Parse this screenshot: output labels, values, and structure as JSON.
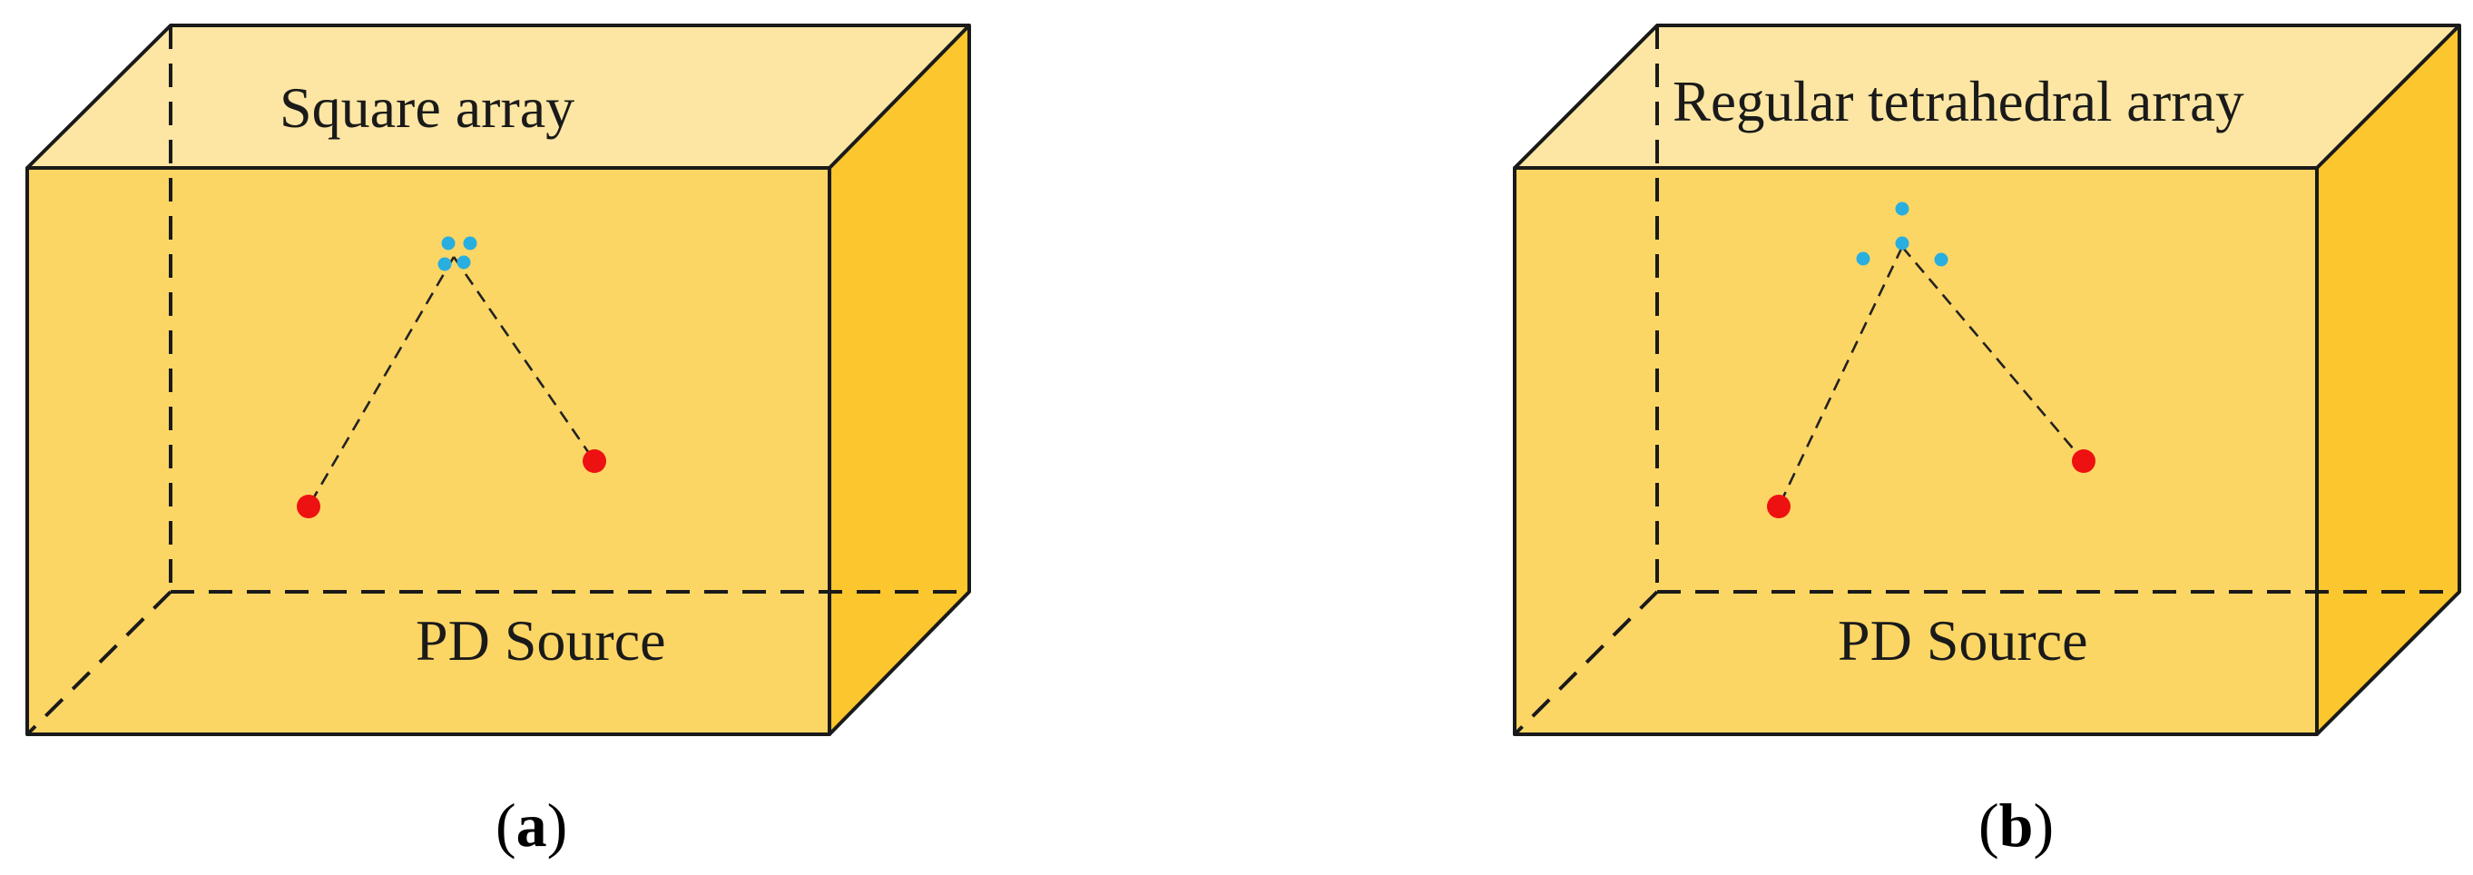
{
  "panels": [
    {
      "id": "a",
      "array_label": "Square array",
      "source_label": "PD Source",
      "subfig_open": "(",
      "subfig_letter": "a",
      "subfig_close": ")",
      "sensor_count": 4,
      "source_count": 2
    },
    {
      "id": "b",
      "array_label": "Regular tetrahedral array",
      "source_label": "PD Source",
      "subfig_open": "(",
      "subfig_letter": "b",
      "subfig_close": ")",
      "sensor_count": 4,
      "source_count": 2
    }
  ],
  "colors": {
    "box_front": "#FCD665",
    "box_top": "#FDE6A3",
    "box_side": "#FBC62E",
    "edge": "#1a1a1a",
    "sensor": "#29AEE0",
    "source": "#EE1111"
  }
}
